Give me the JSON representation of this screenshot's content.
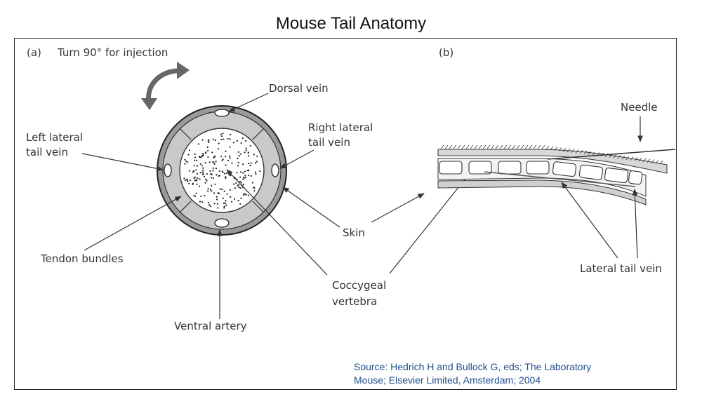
{
  "title": "Mouse Tail Anatomy",
  "panel_a": {
    "tag": "(a)",
    "rotate_note": "Turn 90° for injection",
    "labels": {
      "dorsal_vein": "Dorsal vein",
      "left_lateral_1": "Left lateral",
      "left_lateral_2": "tail vein",
      "right_lateral_1": "Right lateral",
      "right_lateral_2": "tail vein",
      "tendon_bundles": "Tendon bundles",
      "ventral_artery": "Ventral artery"
    }
  },
  "shared_labels": {
    "skin": "Skin",
    "coccygeal_1": "Coccygeal",
    "coccygeal_2": "vertebra"
  },
  "panel_b": {
    "tag": "(b)",
    "labels": {
      "needle": "Needle",
      "lateral_tail_vein": "Lateral tail vein"
    }
  },
  "source": {
    "line1": "Source:  Hedrich H and Bullock G, eds; The Laboratory",
    "line2": "Mouse; Elsevier Limited, Amsterdam; 2004"
  }
}
